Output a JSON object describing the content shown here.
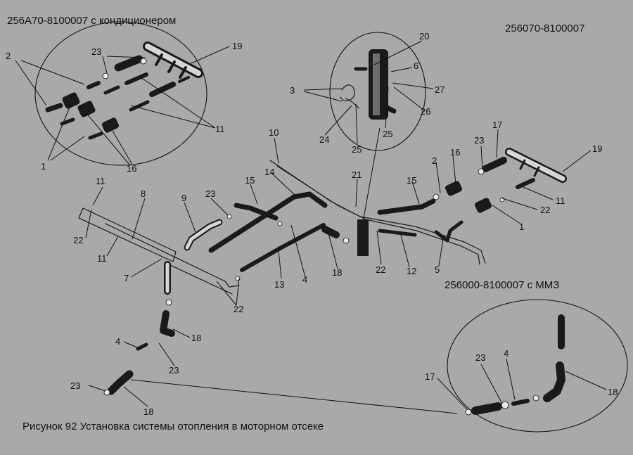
{
  "headers": {
    "top_left": "256А70-8100007 с кондиционером",
    "top_right": "256070-8100007",
    "mid_right": "256000-8100007 с ММЗ"
  },
  "caption": "Рисунок 92  Установка системы отопления в моторном отсеке",
  "labels": {
    "l1a": "1",
    "l1b": "1",
    "l2a": "2",
    "l2b": "2",
    "l3": "3",
    "l4a": "4",
    "l4b": "4",
    "l4c": "4",
    "l5": "5",
    "l6": "6",
    "l7": "7",
    "l8": "8",
    "l9": "9",
    "l10": "10",
    "l11a": "11",
    "l11b": "11",
    "l11c": "11",
    "l11d": "11",
    "l12": "12",
    "l13": "13",
    "l14": "14",
    "l15a": "15",
    "l15b": "15",
    "l16a": "16",
    "l16b": "16",
    "l17a": "17",
    "l17b": "17",
    "l18a": "18",
    "l18b": "18",
    "l18c": "18",
    "l18d": "18",
    "l19a": "19",
    "l19b": "19",
    "l20": "20",
    "l21": "21",
    "l22a": "22",
    "l22b": "22",
    "l22c": "22",
    "l22d": "22",
    "l23a": "23",
    "l23b": "23",
    "l23c": "23",
    "l23d": "23",
    "l23e": "23",
    "l23f": "23",
    "l24": "24",
    "l25a": "25",
    "l25b": "25",
    "l26": "26",
    "l27": "27"
  }
}
